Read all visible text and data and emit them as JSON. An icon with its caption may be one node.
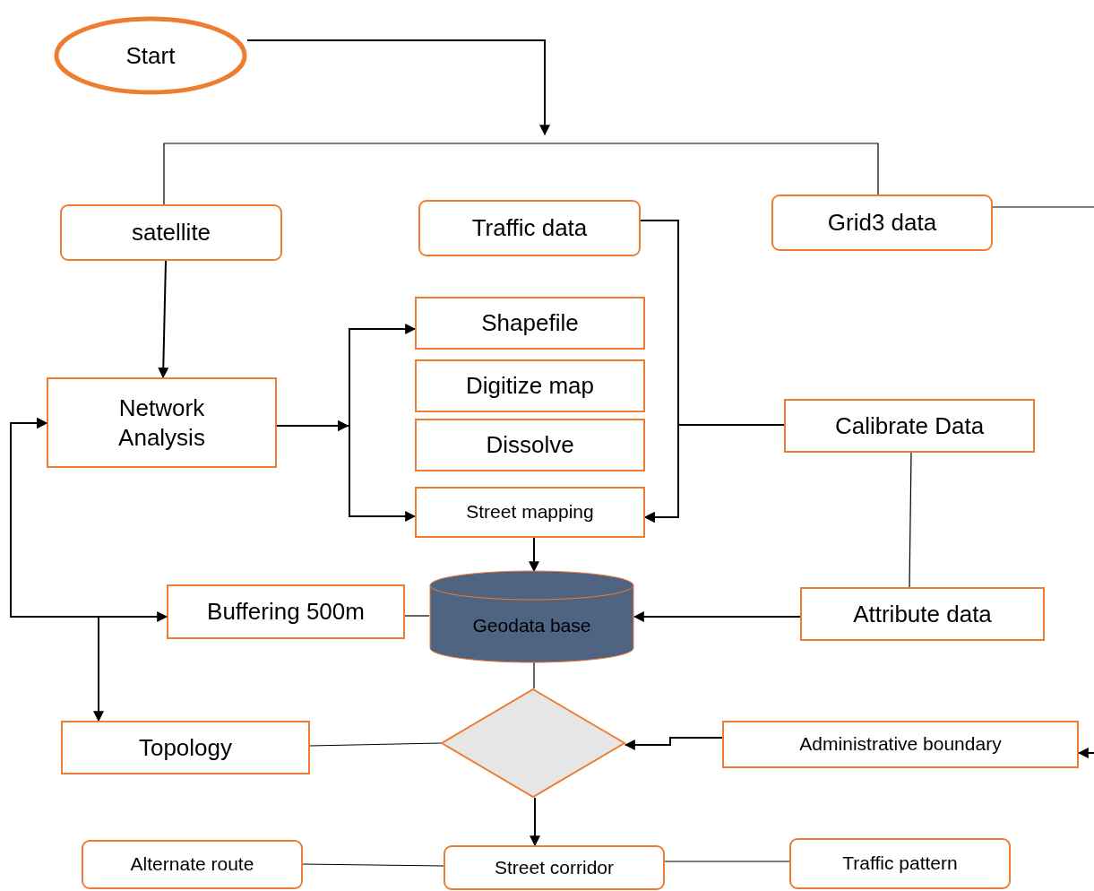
{
  "diagram": {
    "nodes": [
      {
        "text": [
          "Start"
        ]
      },
      {
        "text": [
          "satellite"
        ]
      },
      {
        "text": [
          "Traffic data"
        ]
      },
      {
        "text": [
          "Grid3 data"
        ]
      },
      {
        "text": [
          "Network Analysis"
        ]
      },
      {
        "text": [
          "Shapefile"
        ]
      },
      {
        "text": [
          "Digitize map"
        ]
      },
      {
        "text": [
          "Dissolve"
        ]
      },
      {
        "text": [
          "Calibrate Data"
        ]
      },
      {
        "text": [
          "Street mapping"
        ]
      },
      {
        "text": [
          "Buffering 500m"
        ]
      },
      {
        "text": [
          "Geodata base"
        ]
      },
      {
        "text": [
          "Attribute data"
        ]
      },
      {
        "text": [
          "Topology"
        ]
      },
      {
        "text": [],
        "shape": "diamond"
      },
      {
        "text": [
          "Administrative boundary"
        ]
      },
      {
        "text": [
          "Alternate route"
        ]
      },
      {
        "text": [
          "Street corridor"
        ]
      },
      {
        "text": [
          "Traffic pattern"
        ]
      }
    ],
    "edges": [
      {
        "from": 0,
        "to": null,
        "arrow": "to"
      },
      {
        "from": 1,
        "to": 3,
        "arrow": "none"
      },
      {
        "from": 3,
        "to": null,
        "arrow": "none"
      },
      {
        "from": 1,
        "to": 4,
        "arrow": "to"
      },
      {
        "from": 4,
        "to": 5,
        "arrow": "to"
      },
      {
        "from": 4,
        "to": 9,
        "arrow": "to"
      },
      {
        "from": 2,
        "to": 9,
        "arrow": "to"
      },
      {
        "from": 8,
        "to": 9,
        "arrow": "to"
      },
      {
        "from": 8,
        "to": 12,
        "arrow": "none"
      },
      {
        "from": 9,
        "to": 11,
        "arrow": "to"
      },
      {
        "from": 12,
        "to": 11,
        "arrow": "to"
      },
      {
        "from": 10,
        "to": 11,
        "arrow": "none"
      },
      {
        "from": 4,
        "to": 10,
        "arrow": "both"
      },
      {
        "from": 4,
        "to": 13,
        "arrow": "both"
      },
      {
        "from": 11,
        "to": 14,
        "arrow": "none"
      },
      {
        "from": 13,
        "to": 14,
        "arrow": "none"
      },
      {
        "from": 15,
        "to": 14,
        "arrow": "to"
      },
      {
        "from": null,
        "to": 15,
        "arrow": "to"
      },
      {
        "from": 14,
        "to": 17,
        "arrow": "to"
      },
      {
        "from": 16,
        "to": 17,
        "arrow": "none"
      },
      {
        "from": 17,
        "to": 18,
        "arrow": "none"
      }
    ]
  }
}
